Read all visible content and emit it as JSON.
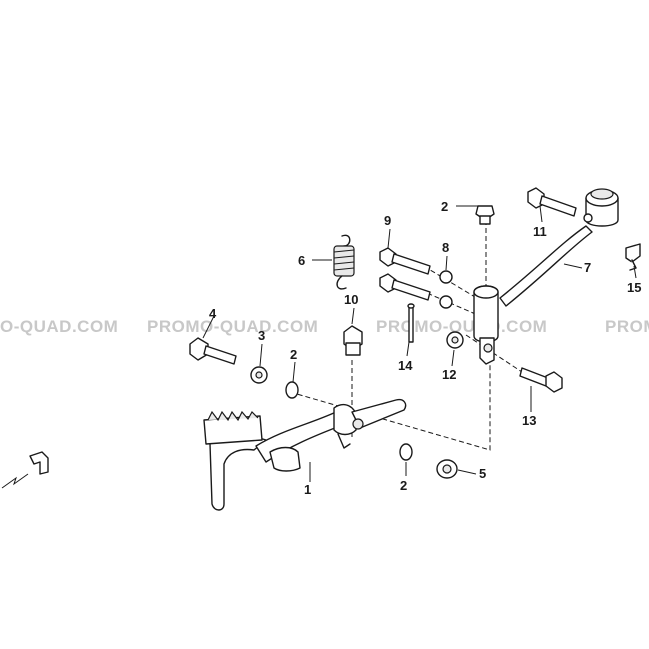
{
  "watermarks": [
    "O-QUAD.COM",
    "PROMO-QUAD.COM",
    "PROMO-QUAD.COM",
    "PROMO"
  ],
  "callouts": [
    {
      "id": "p1",
      "label": "1"
    },
    {
      "id": "p2a",
      "label": "2"
    },
    {
      "id": "p2b",
      "label": "2"
    },
    {
      "id": "p2c",
      "label": "2"
    },
    {
      "id": "p3",
      "label": "3"
    },
    {
      "id": "p4",
      "label": "4"
    },
    {
      "id": "p5",
      "label": "5"
    },
    {
      "id": "p6",
      "label": "6"
    },
    {
      "id": "p7",
      "label": "7"
    },
    {
      "id": "p8",
      "label": "8"
    },
    {
      "id": "p9",
      "label": "9"
    },
    {
      "id": "p10",
      "label": "10"
    },
    {
      "id": "p11",
      "label": "11"
    },
    {
      "id": "p12",
      "label": "12"
    },
    {
      "id": "p13",
      "label": "13"
    },
    {
      "id": "p14",
      "label": "14"
    },
    {
      "id": "p15",
      "label": "15"
    }
  ],
  "orientation_marker": {
    "icon": "front-direction-icon"
  }
}
